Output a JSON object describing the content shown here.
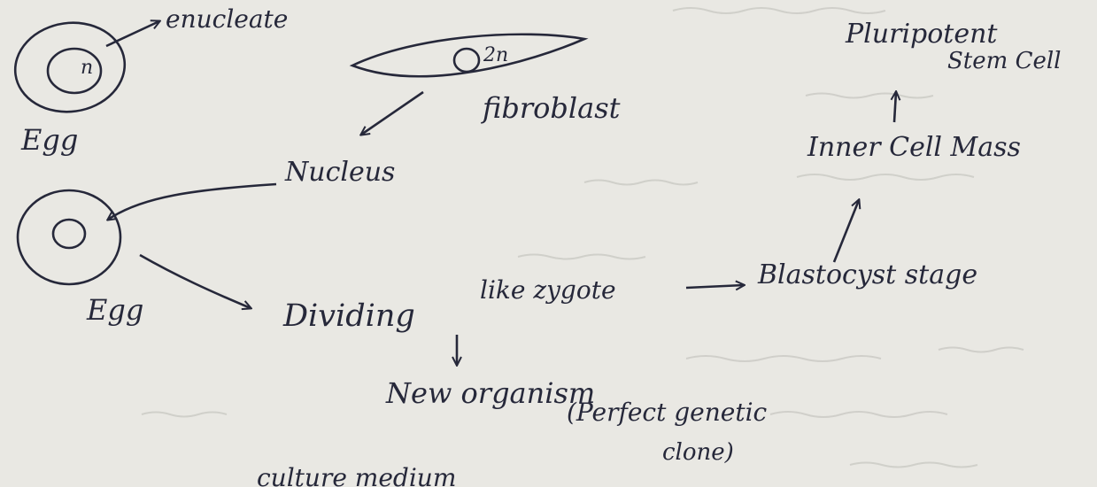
{
  "colors": {
    "paper": "#e9e8e3",
    "ink": "#26283a",
    "bleed": "#b9b8b3"
  },
  "labels": {
    "enucleate": "enucleate",
    "egg_top": "Egg",
    "haploid": "n",
    "diploid": "2n",
    "fibroblast": "fibroblast",
    "nucleus": "Nucleus",
    "egg_bottom": "Egg",
    "dividing": "Dividing",
    "like_zygote": "like zygote",
    "blastocyst": "Blastocyst stage",
    "inner_cell_mass": "Inner Cell Mass",
    "pluripotent": "Pluripotent",
    "stem_cell": "Stem Cell",
    "new_organism": "New organism",
    "perfect_genetic": "(Perfect genetic",
    "clone": "clone)",
    "culture_medium": "culture medium"
  }
}
